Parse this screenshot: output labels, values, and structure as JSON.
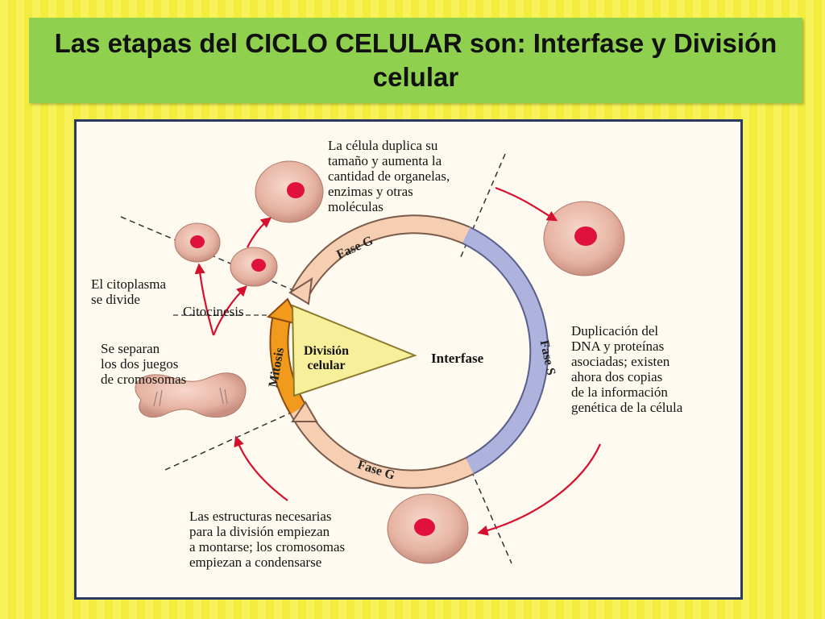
{
  "slide": {
    "title": "Las etapas del CICLO CELULAR son: Interfase y División celular"
  },
  "diagram": {
    "labels": {
      "top_description": "La célula duplica su\ntamaño y aumenta la\ncantidad de organelas,\nenzimas y otras\nmoléculas",
      "right_description": "Duplicación del\nDNA y proteínas\nasociadas; existen\nahora dos copias\nde la información\ngenética de la célula",
      "bottom_description": "Las estructuras necesarias\npara la división empiezan\na montarse; los cromosomas\nempiezan a condensarse",
      "left_cytoplasm": "El citoplasma\nse divide",
      "left_chromosomes": "Se separan\nlos dos juegos\nde cromosomas",
      "citocinesis": "Citocinesis",
      "division": "División\ncelular",
      "interfase": "Interfase",
      "mitosis": "Mitosis",
      "fase_g_top": "Fase G",
      "fase_s": "Fase S",
      "fase_g_bottom": "Fase G"
    },
    "colors": {
      "ring_g": "#f6cfb2",
      "ring_s": "#aeb3dd",
      "ring_mitosis": "#f29a1c",
      "wedge": "#f8ef9a",
      "cell": "#e9b9a9",
      "nucleus": "#e0113c",
      "arrow": "#d5102e"
    }
  }
}
